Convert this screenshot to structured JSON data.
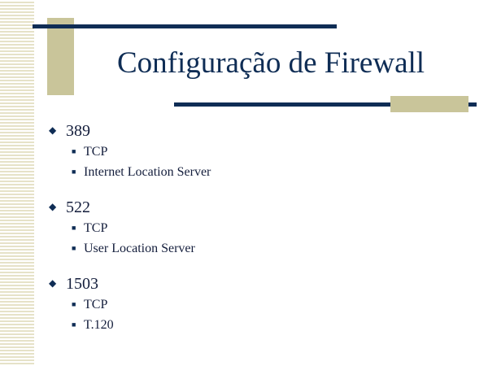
{
  "slide": {
    "title": "Configuração de Firewall",
    "icons": {
      "level1_bullet": "diamond-bullet-icon",
      "level2_bullet": "square-bullet-icon"
    },
    "colors": {
      "title": "#0f2d55",
      "accent_line": "#0f2d55",
      "accent_block": "#c9c59a",
      "text": "#141e3c"
    },
    "groups": [
      {
        "port": "389",
        "items": [
          "TCP",
          "Internet Location Server"
        ]
      },
      {
        "port": "522",
        "items": [
          "TCP",
          "User Location Server"
        ]
      },
      {
        "port": "1503",
        "items": [
          "TCP",
          "T.120"
        ]
      }
    ]
  }
}
